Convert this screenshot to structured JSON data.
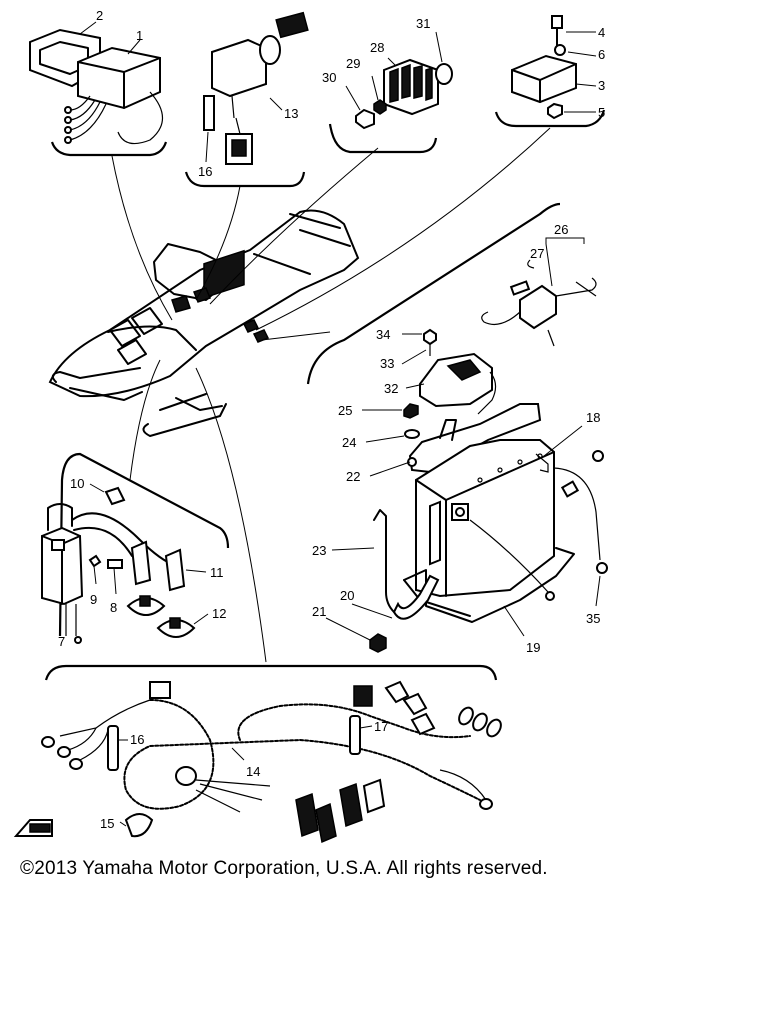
{
  "diagram": {
    "callouts": [
      "1",
      "2",
      "3",
      "4",
      "5",
      "6",
      "7",
      "8",
      "9",
      "10",
      "11",
      "12",
      "13",
      "14",
      "15",
      "16",
      "16",
      "17",
      "18",
      "19",
      "20",
      "21",
      "22",
      "23",
      "24",
      "25",
      "26",
      "27",
      "28",
      "29",
      "30",
      "31",
      "32",
      "33",
      "34",
      "35"
    ]
  },
  "footer": {
    "copyright": "©2013 Yamaha Motor Corporation, U.S.A. All rights reserved."
  }
}
